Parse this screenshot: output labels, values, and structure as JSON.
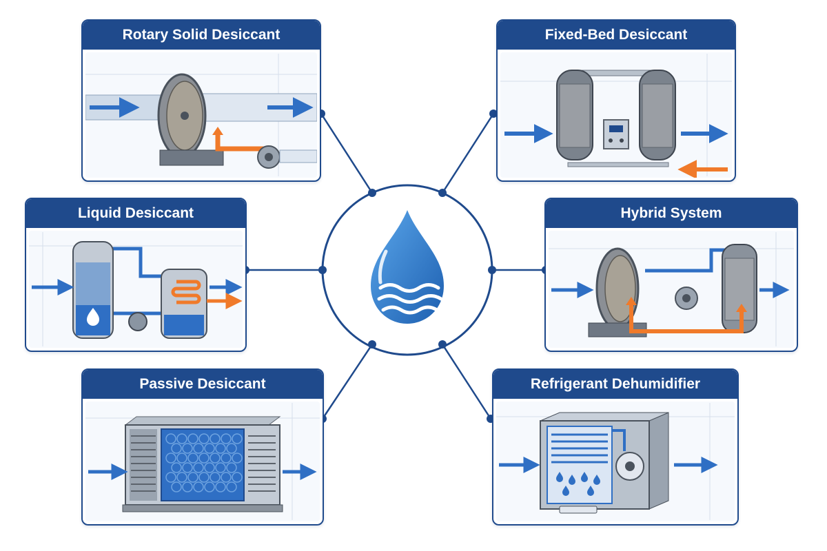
{
  "center": {
    "icon": "water-drop-with-waves-icon"
  },
  "cards": {
    "rotary": {
      "title": "Rotary Solid Desiccant"
    },
    "fixed": {
      "title": "Fixed-Bed Desiccant"
    },
    "liquid": {
      "title": "Liquid Desiccant"
    },
    "hybrid": {
      "title": "Hybrid System"
    },
    "passive": {
      "title": "Passive Desiccant"
    },
    "refrig": {
      "title": "Refrigerant Dehumidifier"
    }
  },
  "colors": {
    "primary": "#1f4a8c",
    "process_air": "#2f6fc4",
    "regeneration_air": "#f07a2a",
    "drop": "#2e7fd0",
    "metal": "#b9c2cc"
  }
}
